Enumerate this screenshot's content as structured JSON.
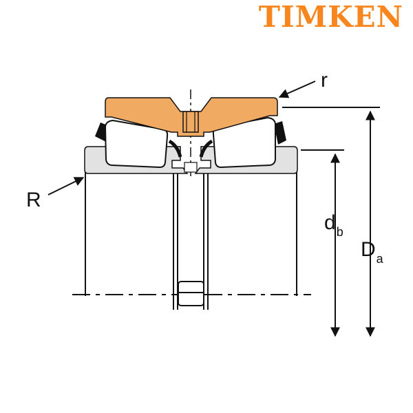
{
  "brand": {
    "name": "TIMKEN",
    "color": "#f7861f"
  },
  "colors": {
    "cup": "#f0aa62",
    "cone": "#e2e2e2",
    "roller": "#ffffff",
    "line": "#111111"
  },
  "labels": {
    "r": "r",
    "R": "R",
    "db_main": "d",
    "db_sub": "b",
    "Da_main": "D",
    "Da_sub": "a"
  }
}
